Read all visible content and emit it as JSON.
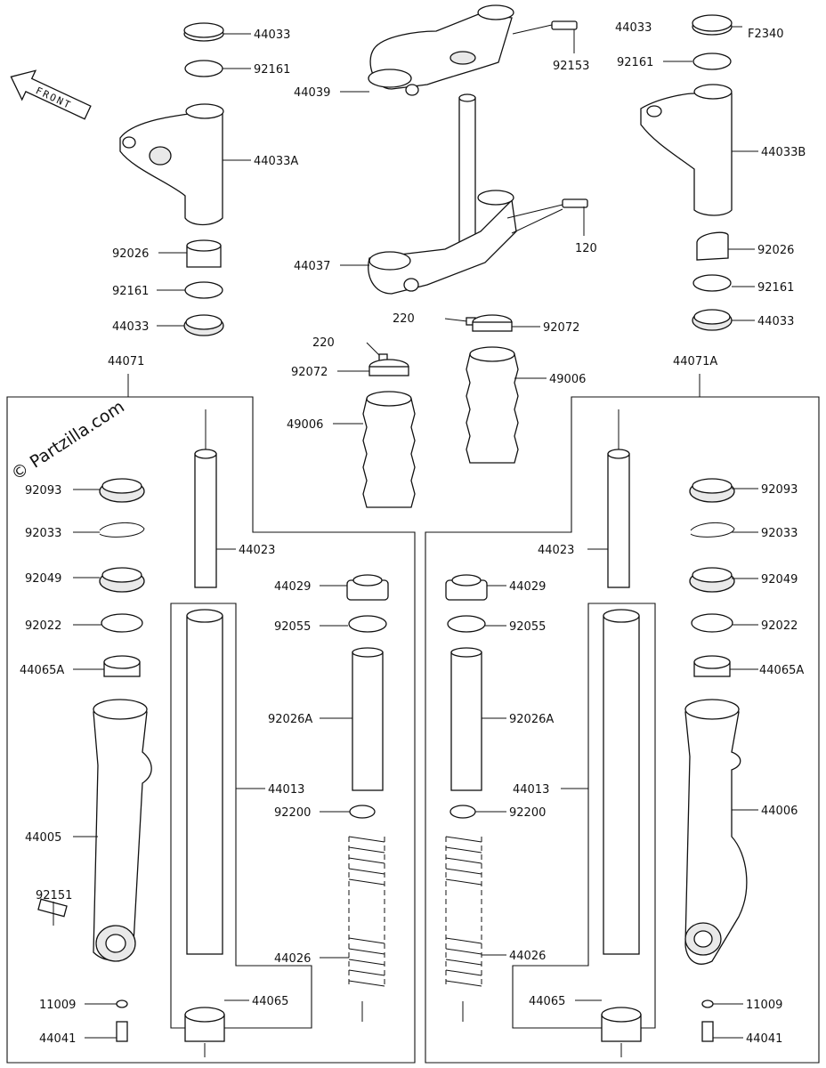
{
  "diagram_code": "F2340",
  "front_label": "FRONT",
  "watermark": "© Partzilla.com",
  "assembly_labels": {
    "left": "44071",
    "right": "44071A"
  },
  "labels": {
    "l_44033_top": "44033",
    "l_92161_top": "92161",
    "l_44033A": "44033A",
    "l_92026": "92026",
    "l_92161_bot": "92161",
    "l_44033_bot": "44033",
    "c_44039": "44039",
    "c_92153": "92153",
    "c_44037": "44037",
    "c_120": "120",
    "c_220_right": "220",
    "c_92072_right": "92072",
    "c_220_left": "220",
    "c_92072_left": "92072",
    "c_49006_right": "49006",
    "c_49006_left": "49006",
    "r_44033_top": "44033",
    "r_92161_top": "92161",
    "r_44033B": "44033B",
    "r_92026": "92026",
    "r_92161_bot": "92161",
    "r_44033_bot": "44033",
    "L_92093": "92093",
    "L_92033": "92033",
    "L_92049": "92049",
    "L_92022": "92022",
    "L_44065A": "44065A",
    "L_44005": "44005",
    "L_92151": "92151",
    "L_11009": "11009",
    "L_44041": "44041",
    "L_44023": "44023",
    "L_44029": "44029",
    "L_92055": "92055",
    "L_92026A": "92026A",
    "L_44013": "44013",
    "L_92200": "92200",
    "L_44026": "44026",
    "L_44065": "44065",
    "R_92093": "92093",
    "R_92033": "92033",
    "R_92049": "92049",
    "R_92022": "92022",
    "R_44065A": "44065A",
    "R_44006": "44006",
    "R_11009": "11009",
    "R_44041": "44041",
    "R_44023": "44023",
    "R_44029": "44029",
    "R_92055": "92055",
    "R_92026A": "92026A",
    "R_44013": "44013",
    "R_92200": "92200",
    "R_44026": "44026",
    "R_44065": "44065"
  }
}
